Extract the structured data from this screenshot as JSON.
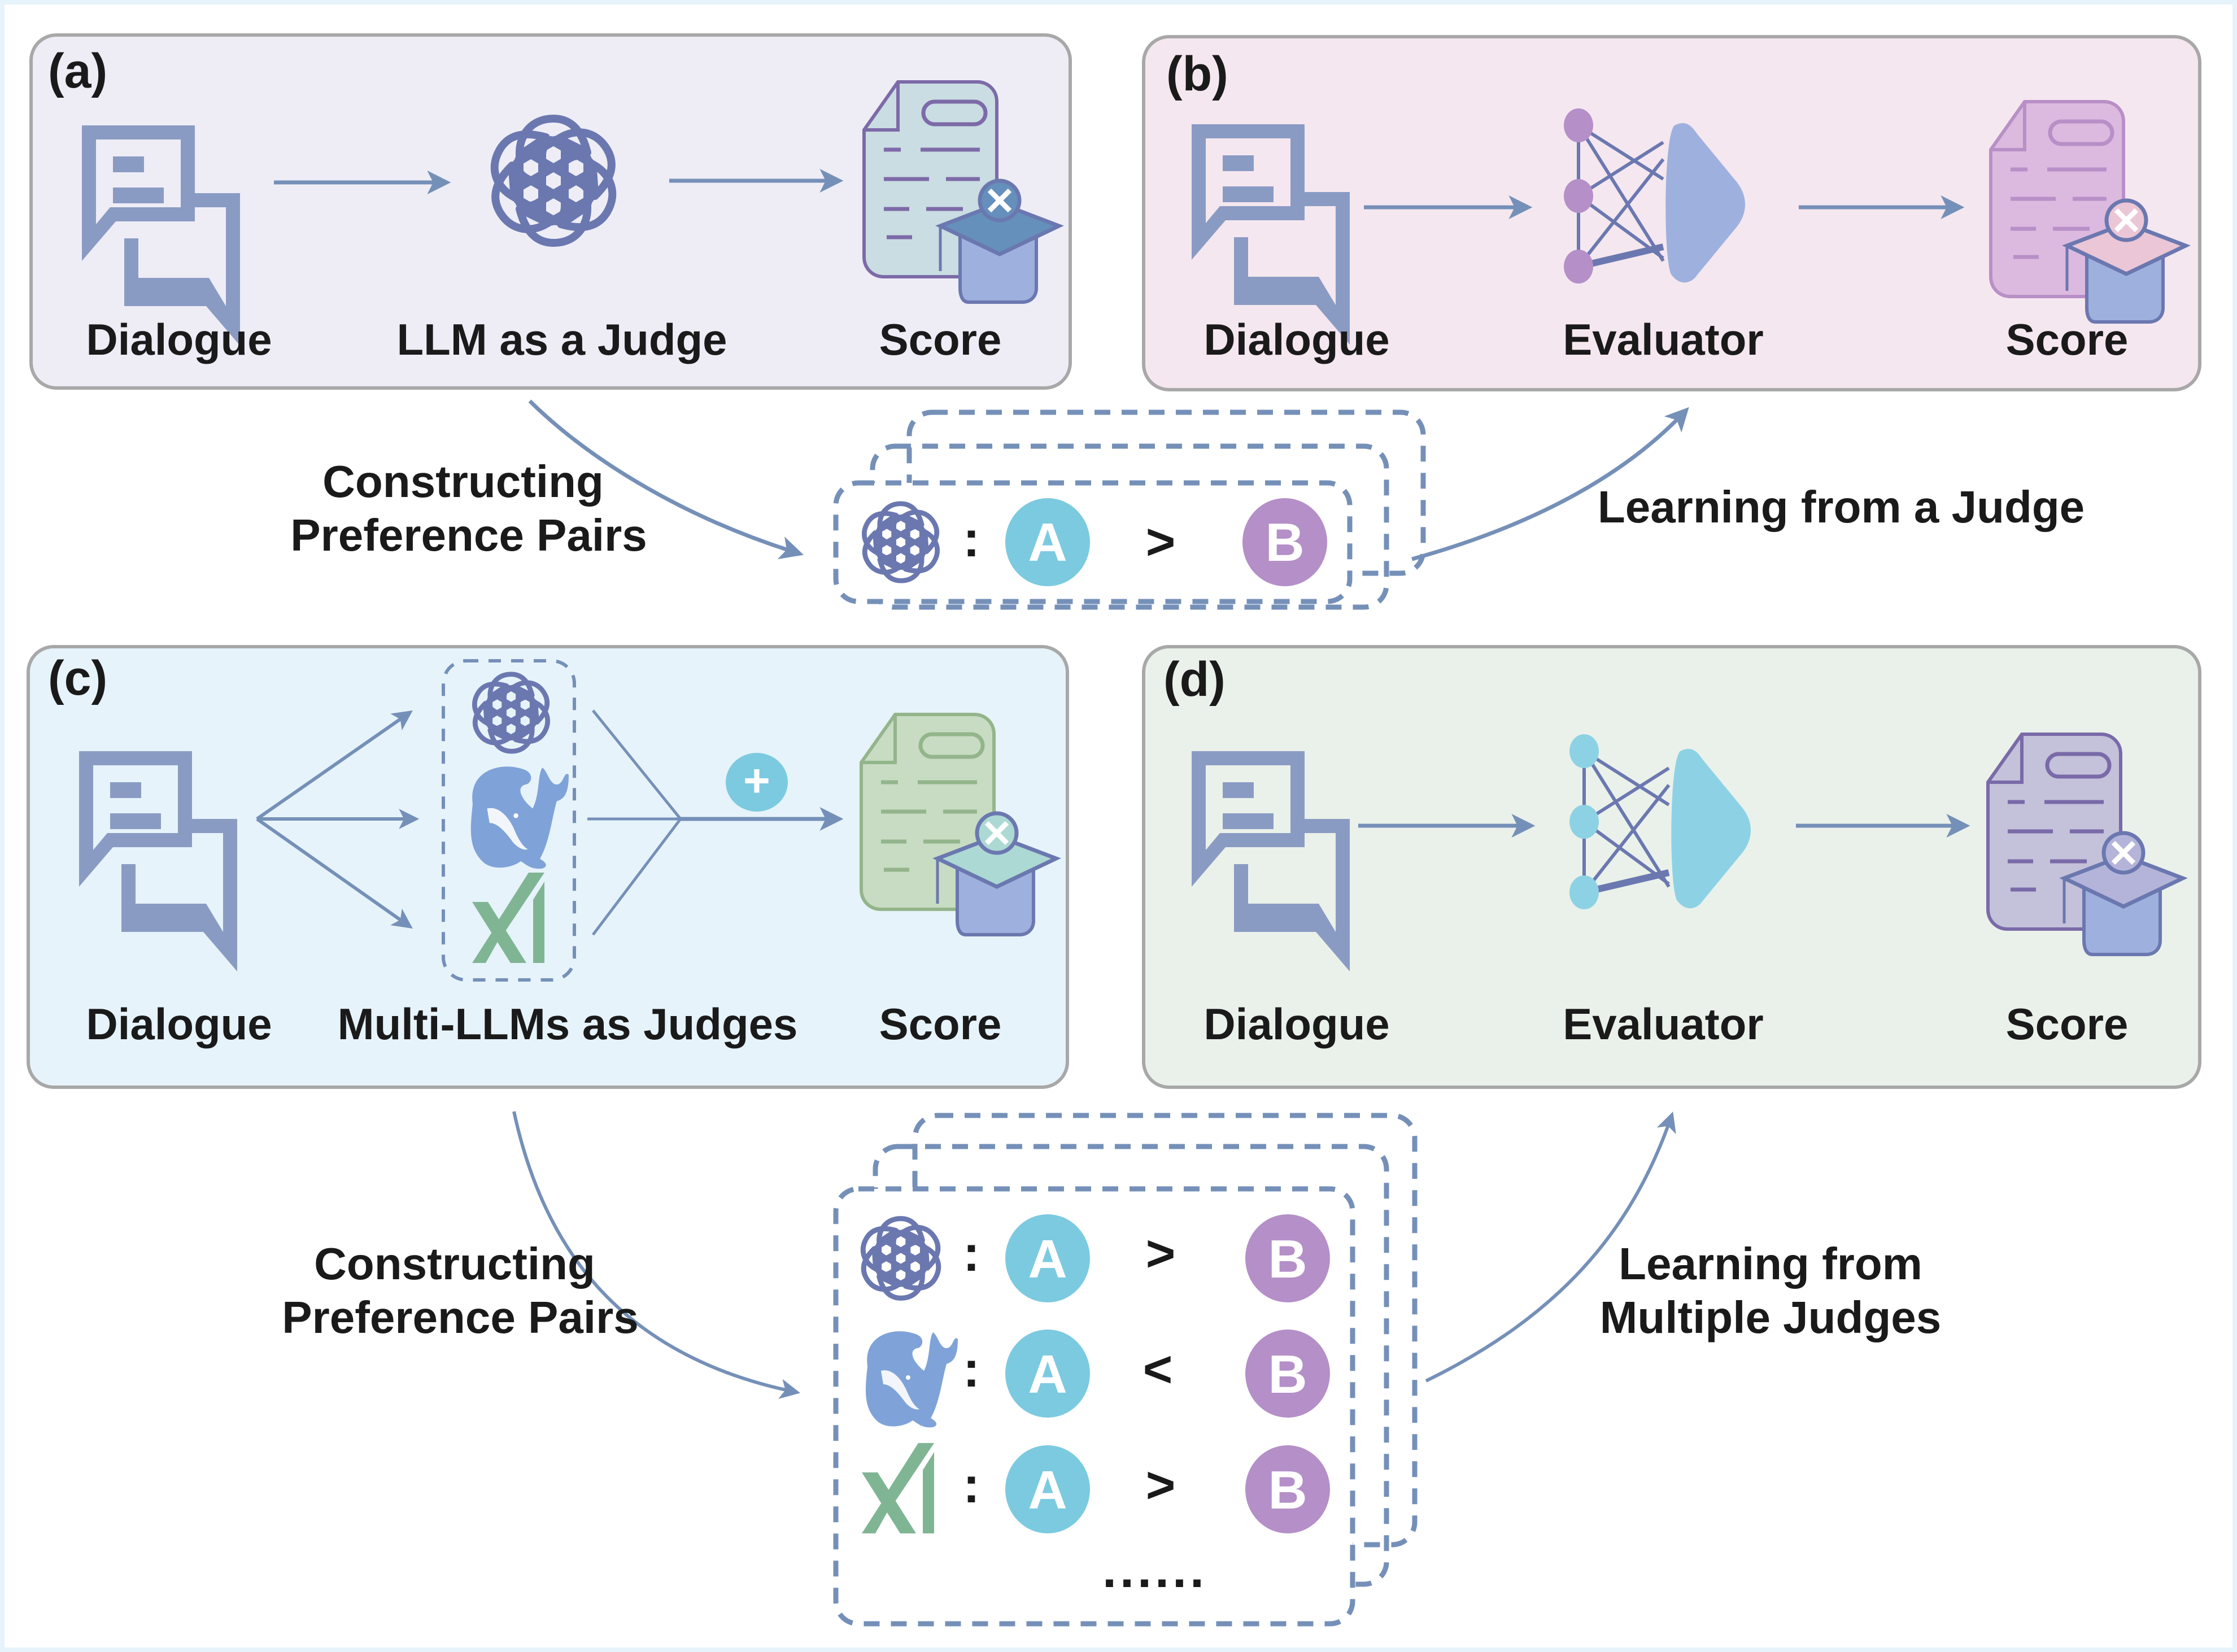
{
  "figure": {
    "panels": [
      {
        "id": "a",
        "letter": "(a)",
        "background": "#eeedf6",
        "nodes": [
          "Dialogue",
          "LLM as a Judge",
          "Score"
        ],
        "score_doc_color": "#c9dde2",
        "score_doc_stroke": "#7d6aa8"
      },
      {
        "id": "b",
        "letter": "(b)",
        "background": "#f5e7ef",
        "nodes": [
          "Dialogue",
          "Evaluator",
          "Score"
        ],
        "evaluator_node_color": "#b48fc8",
        "score_doc_color": "#dcbae0",
        "score_doc_stroke": "#b88fc6"
      },
      {
        "id": "c",
        "letter": "(c)",
        "background": "#e6f3fa",
        "nodes": [
          "Dialogue",
          "Multi-LLMs as Judges",
          "Score"
        ],
        "judges": [
          "openai-icon",
          "deepseek-whale-icon",
          "xai-icon"
        ],
        "aggregate_symbol": "+",
        "score_doc_color": "#c7dcc2",
        "score_doc_stroke": "#94b58c"
      },
      {
        "id": "d",
        "letter": "(d)",
        "background": "#eaf1ea",
        "nodes": [
          "Dialogue",
          "Evaluator",
          "Score"
        ],
        "evaluator_node_color": "#8dd2e4",
        "score_doc_color": "#c4c1da",
        "score_doc_stroke": "#7a6aa8"
      }
    ],
    "flows": {
      "top_left_label": [
        "Constructing",
        "Preference Pairs"
      ],
      "top_right_label": "Learning from a Judge",
      "bottom_left_label": [
        "Constructing",
        "Preference Pairs"
      ],
      "bottom_right_label": [
        "Learning from",
        "Multiple Judges"
      ]
    },
    "preference_top": {
      "rows": [
        {
          "judge": "openai-icon",
          "a": "A",
          "op": ">",
          "b": "B"
        }
      ]
    },
    "preference_bottom": {
      "rows": [
        {
          "judge": "openai-icon",
          "a": "A",
          "op": ">",
          "b": "B"
        },
        {
          "judge": "deepseek-whale-icon",
          "a": "A",
          "op": "<",
          "b": "B"
        },
        {
          "judge": "xai-icon",
          "a": "A",
          "op": ">",
          "b": "B"
        }
      ],
      "ellipsis": "......"
    },
    "colors": {
      "arrow": "#7590b8",
      "icon_blue": "#8a9bc3",
      "openai": "#6b78b0",
      "deepseek": "#7fa3d8",
      "xai": "#80b594",
      "circle_a": "#7ccae0",
      "circle_b": "#b48fc8",
      "panel_border": "#a8a8a8",
      "dash": "#7590b8"
    }
  }
}
